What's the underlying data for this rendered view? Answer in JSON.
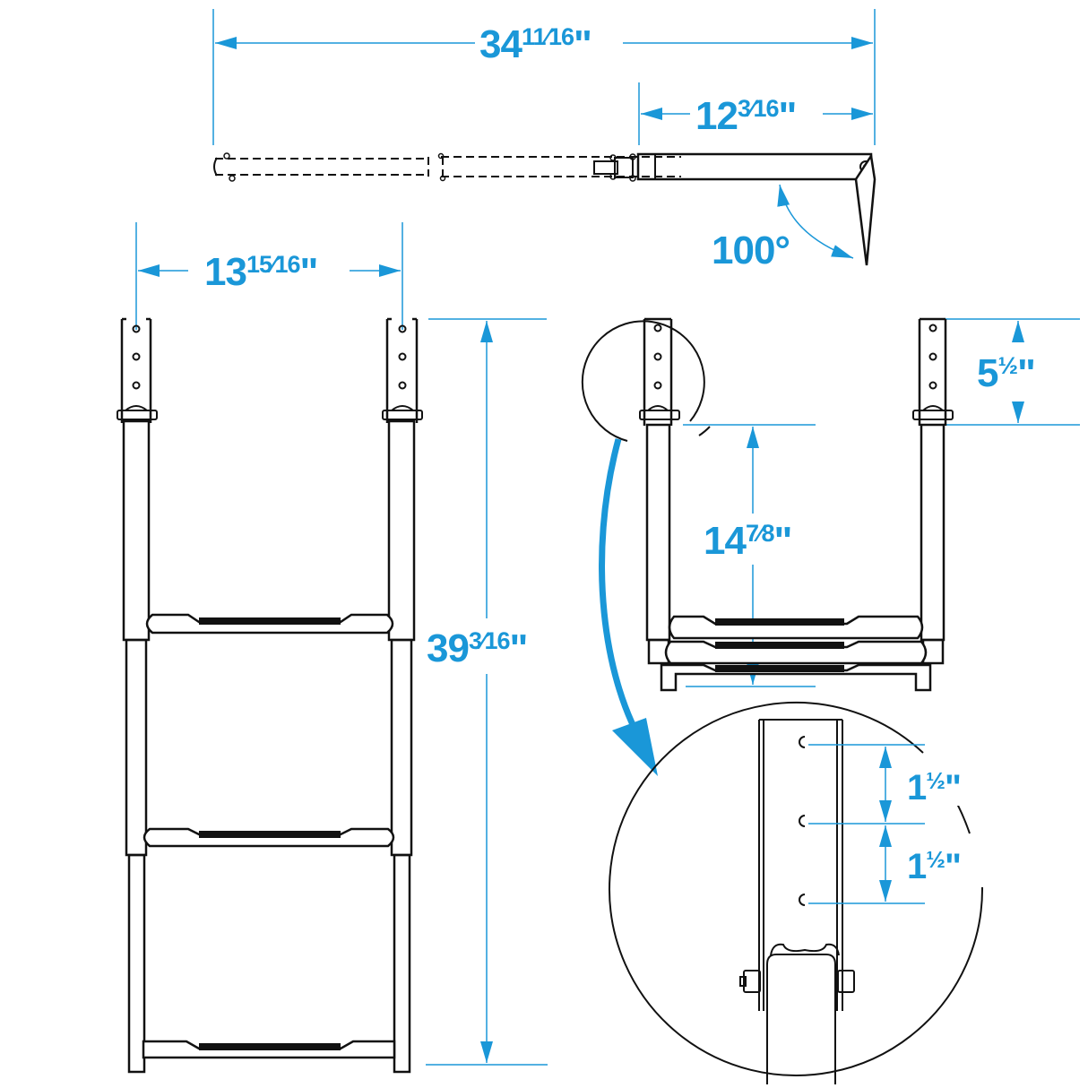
{
  "diagram": {
    "subject": "Telescoping boat ladder dimension drawing",
    "accent_color": "#1a97d8",
    "line_color": "#111111",
    "views": [
      {
        "name": "top-view",
        "description": "Telescoping rail side view, extended (dashed) and collapsed (solid)"
      },
      {
        "name": "front-view-extended",
        "description": "Extended ladder with 3 steps"
      },
      {
        "name": "front-view-collapsed",
        "description": "Collapsed ladder with 3 nested steps"
      },
      {
        "name": "detail-view",
        "description": "Magnified mounting bracket with 3 holes"
      }
    ]
  },
  "dimensions": {
    "overall_extended_length": {
      "whole": "34",
      "fraction": "11⁄16",
      "unit": "\"",
      "full": "34 11/16\""
    },
    "collapsed_length": {
      "whole": "12",
      "fraction": "3⁄16",
      "unit": "\"",
      "full": "12 3/16\""
    },
    "angle": {
      "value": "100°"
    },
    "width": {
      "whole": "13",
      "fraction": "15⁄16",
      "unit": "\"",
      "full": "13 15/16\""
    },
    "extended_height": {
      "whole": "39",
      "fraction": "3⁄16",
      "unit": "\"",
      "full": "39 3/16\""
    },
    "bracket_height": {
      "whole": "5",
      "fraction": "½",
      "unit": "\"",
      "full": "5 1/2\""
    },
    "collapsed_height": {
      "whole": "14",
      "fraction": "7⁄8",
      "unit": "\"",
      "full": "14 7/8\""
    },
    "hole_spacing_1": {
      "whole": "1",
      "fraction": "½",
      "unit": "\"",
      "full": "1 1/2\""
    },
    "hole_spacing_2": {
      "whole": "1",
      "fraction": "½",
      "unit": "\"",
      "full": "1 1/2\""
    }
  }
}
